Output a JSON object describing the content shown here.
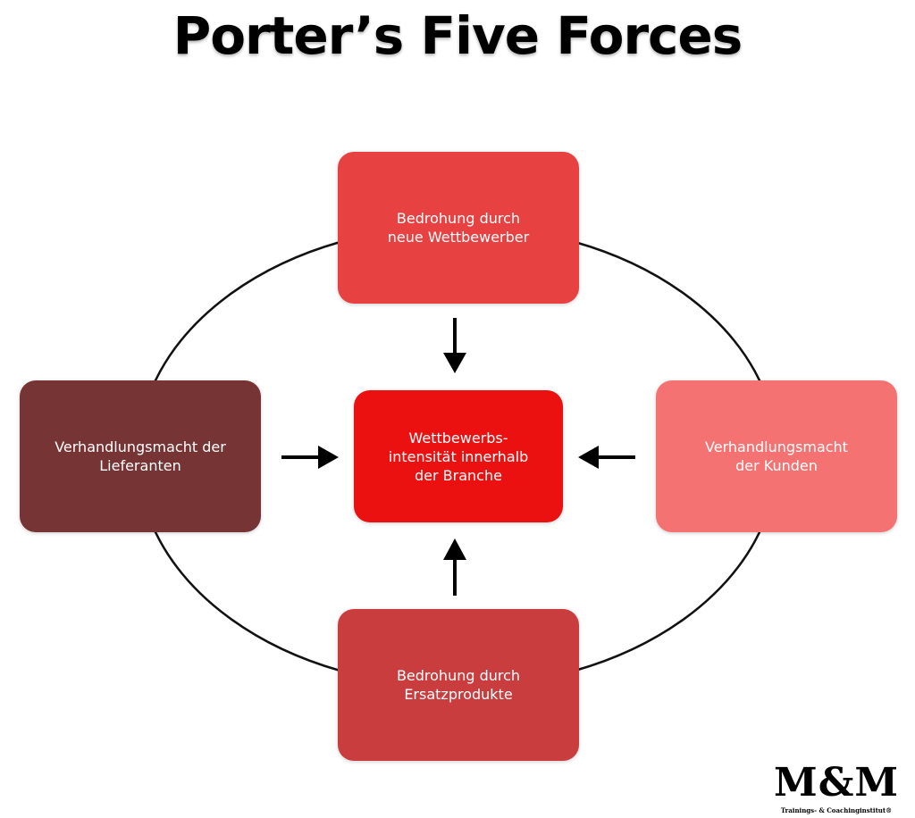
{
  "title": "Porter’s Five Forces",
  "forces": {
    "top": {
      "label": "Bedrohung durch\nneue Wettbewerber",
      "color": "#e84141"
    },
    "left": {
      "label": "Verhandlungsmacht der\nLieferanten",
      "color": "#773435"
    },
    "center": {
      "label": "Wettbewerbs-\nintensität innerhalb\nder Branche",
      "color": "#ec1111"
    },
    "right": {
      "label": "Verhandlungsmacht\nder Kunden",
      "color": "#f47272"
    },
    "bottom": {
      "label": "Bedrohung durch\nErsatzprodukte",
      "color": "#c93d3e"
    }
  },
  "logo": {
    "mark": "M&M",
    "subtitle": "Trainings- & Coachinginstitut®"
  }
}
